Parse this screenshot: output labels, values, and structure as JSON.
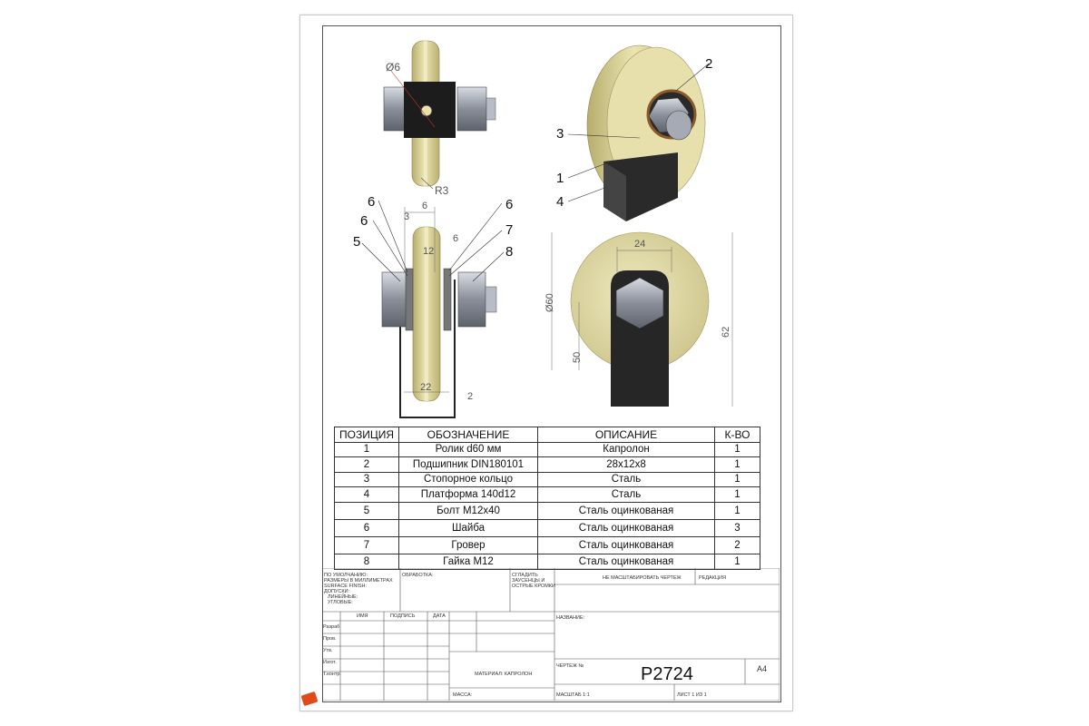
{
  "callouts": {
    "c1": "1",
    "c2": "2",
    "c3": "3",
    "c4": "4",
    "c5": "5",
    "c6a": "6",
    "c6b": "6",
    "c6c": "6",
    "c7": "7",
    "c8": "8"
  },
  "dimensions": {
    "d6": "Ø6",
    "r3": "R3",
    "w6": "6",
    "w3": "3",
    "h6": "6",
    "w12": "12",
    "w22": "22",
    "w2": "2",
    "w24": "24",
    "d60": "Ø60",
    "h50": "50",
    "h62": "62"
  },
  "bom": {
    "headers": [
      "ПОЗИЦИЯ",
      "ОБОЗНАЧЕНИЕ",
      "ОПИСАНИЕ",
      "К-ВО"
    ],
    "rows": [
      [
        "1",
        "Ролик d60 мм",
        "Капролон",
        "1"
      ],
      [
        "2",
        "Подшипник DIN180101",
        "28x12x8",
        "1"
      ],
      [
        "3",
        "Стопорное кольцо",
        "Сталь",
        "1"
      ],
      [
        "4",
        "Платформа 140d12",
        "Сталь",
        "1"
      ],
      [
        "5",
        "Болт М12x40",
        "Сталь оцинкованая",
        "1"
      ],
      [
        "6",
        "Шайба",
        "Сталь оцинкованая",
        "3"
      ],
      [
        "7",
        "Гровер",
        "Сталь оцинкованая",
        "2"
      ],
      [
        "8",
        "Гайка М12",
        "Сталь оцинкованая",
        "1"
      ]
    ]
  },
  "titleblock": {
    "defaults": [
      "ПО УМОЛЧАНИЮ:",
      "РАЗМЕРЫ В МИЛЛИМЕТРАХ",
      "SURFACE FINISH:",
      "ДОПУСКИ:",
      "ЛИНЕЙНЫЕ:",
      "УГЛОВЫЕ:"
    ],
    "finish": "ОБРАБОТКА:",
    "deburr": [
      "СГЛАДИТЬ",
      "ЗАУСЕНЦЫ И",
      "ОСТРЫЕ КРОМКИ"
    ],
    "noscale": "НЕ МАСШТАБИРОВАТЬ ЧЕРТЕЖ",
    "revision": "РЕДАКЦИЯ",
    "cols": [
      "ИМЯ",
      "ПОДПИСЬ",
      "ДАТА"
    ],
    "roles": [
      "Разраб",
      "Пров.",
      "Утв.",
      "Изгот.",
      "Т.контр."
    ],
    "name": "НАЗВАНИЕ:",
    "material": "МАТЕРИАЛ: КАПРОЛОН",
    "drawing_no_label": "ЧЕРТЕЖ №",
    "drawing_no": "P2724",
    "format": "A4",
    "mass": "МАССА:",
    "scale": "МАСШТАБ 1:1",
    "sheet": "ЛИСТ 1 ИЗ 1"
  }
}
